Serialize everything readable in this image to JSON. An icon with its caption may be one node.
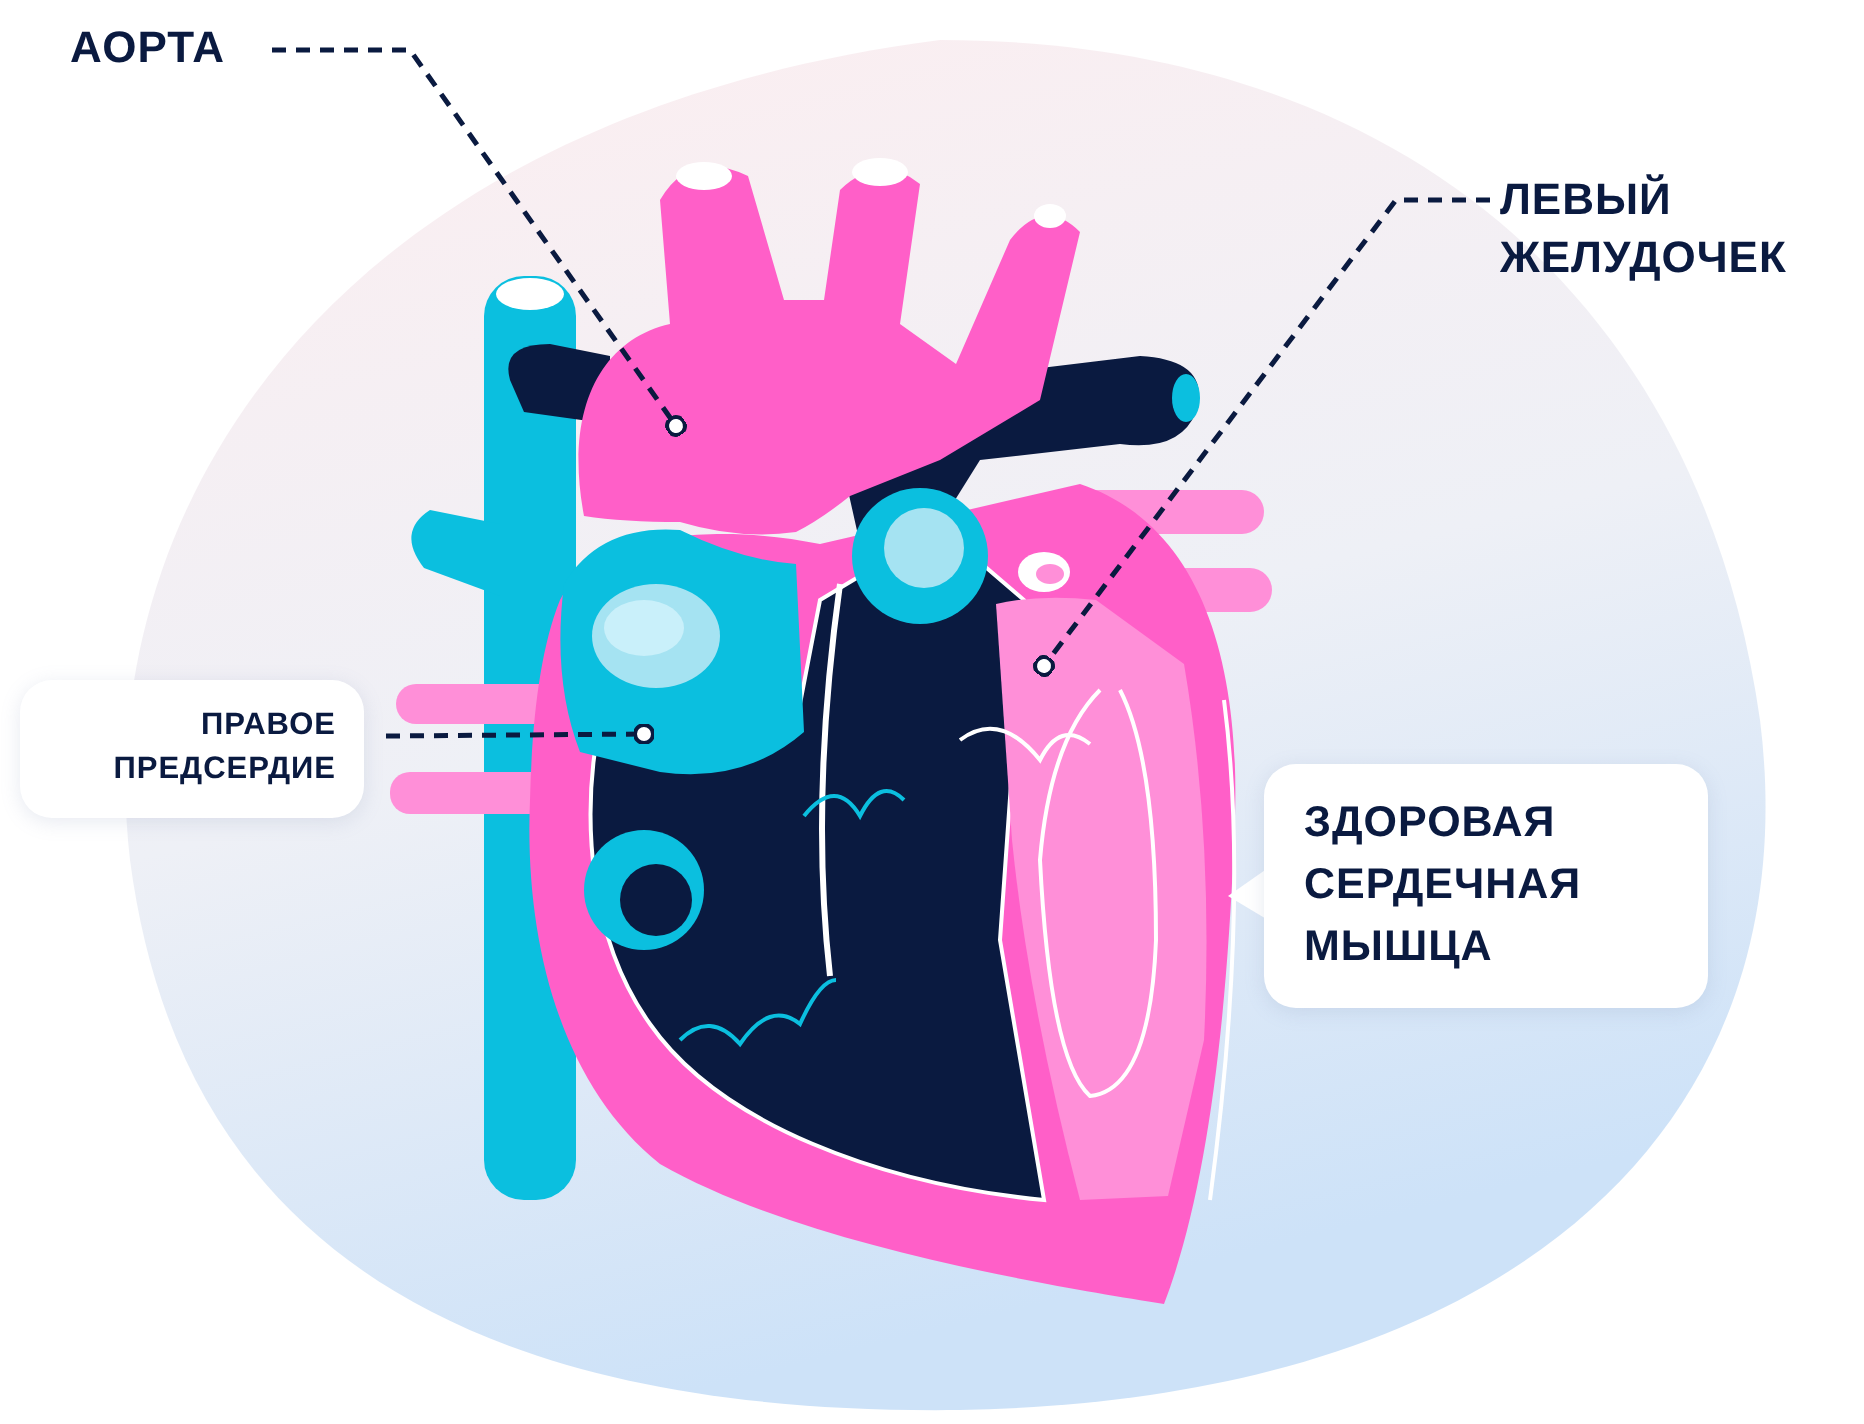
{
  "diagram": {
    "nodes": [
      {
        "text": [
          "АОРТА"
        ]
      },
      {
        "text": [
          "ЛЕВЫЙ ЖЕЛУДОЧЕК"
        ]
      },
      {
        "text": [
          "ПРАВОЕ ПРЕДСЕРДИЕ"
        ]
      },
      {
        "text": [
          "ЗДОРОВАЯ СЕРДЕЧНАЯ МЫШЦА"
        ]
      },
      {
        "text": [],
        "shape": "picture"
      },
      {
        "text": [],
        "shape": "picture"
      },
      {
        "text": [],
        "shape": "picture"
      }
    ],
    "edges": [
      {
        "from": 0,
        "to": 4,
        "arrow": "other",
        "style": "dashed"
      },
      {
        "from": 1,
        "to": 5,
        "arrow": "other",
        "style": "dashed"
      },
      {
        "from": 2,
        "to": 6,
        "arrow": "other",
        "style": "dashed"
      }
    ]
  }
}
